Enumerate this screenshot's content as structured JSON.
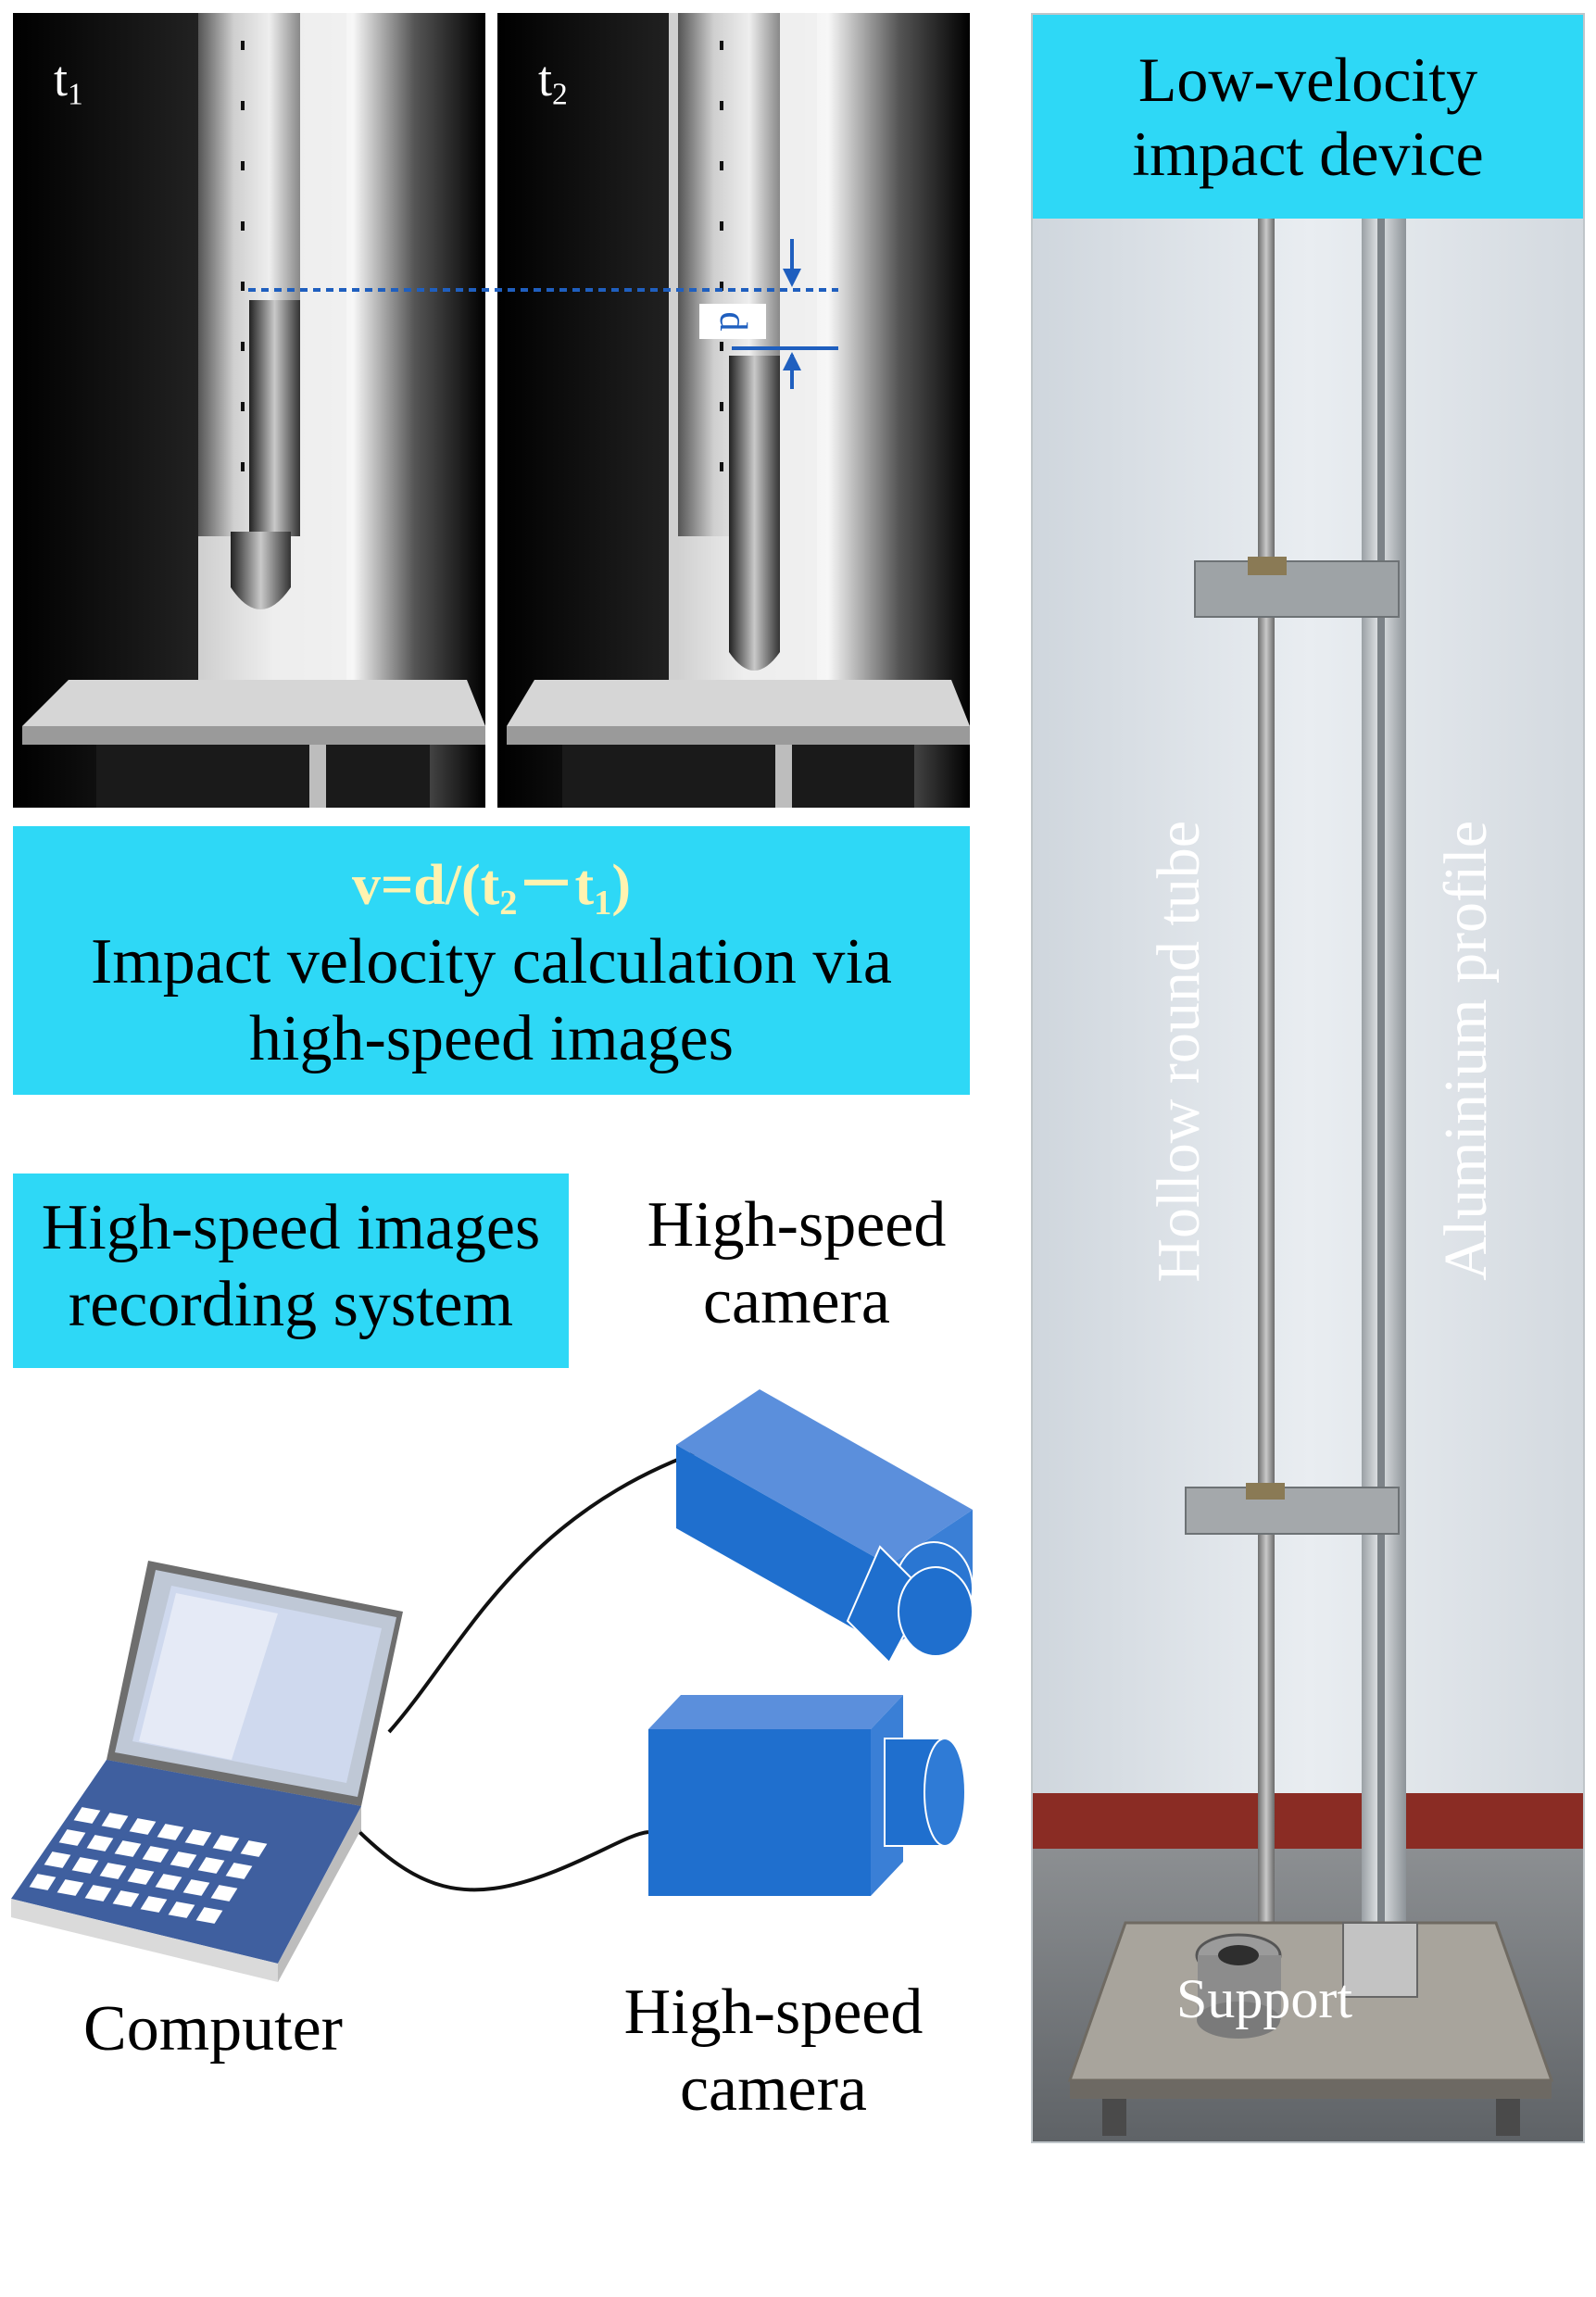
{
  "frames": {
    "t1": {
      "label": "t",
      "sub": "1"
    },
    "t2": {
      "label": "t",
      "sub": "2"
    },
    "distance_label": "d"
  },
  "formula": {
    "lhs": "v=d/(t",
    "sub2": "2",
    "minus": "－t",
    "sub1": "1",
    "close": ")"
  },
  "velocity_box": {
    "line1": "Impact velocity calculation via",
    "line2": "high-speed images"
  },
  "recording_box": {
    "line1": "High-speed images",
    "line2": "recording system"
  },
  "camera_top": {
    "line1": "High-speed",
    "line2": "camera"
  },
  "camera_bottom": {
    "line1": "High-speed",
    "line2": "camera"
  },
  "computer_label": "Computer",
  "device": {
    "title_line1": "Low-velocity",
    "title_line2": "impact device",
    "tube_label": "Hollow round tube",
    "profile_label": "Aluminium profile",
    "support_label": "Support"
  },
  "colors": {
    "label_box": "#2ed8f6",
    "formula_text": "#fff3b0",
    "camera_blue": "#1f6fce",
    "measure_line": "#1f5fbf"
  }
}
